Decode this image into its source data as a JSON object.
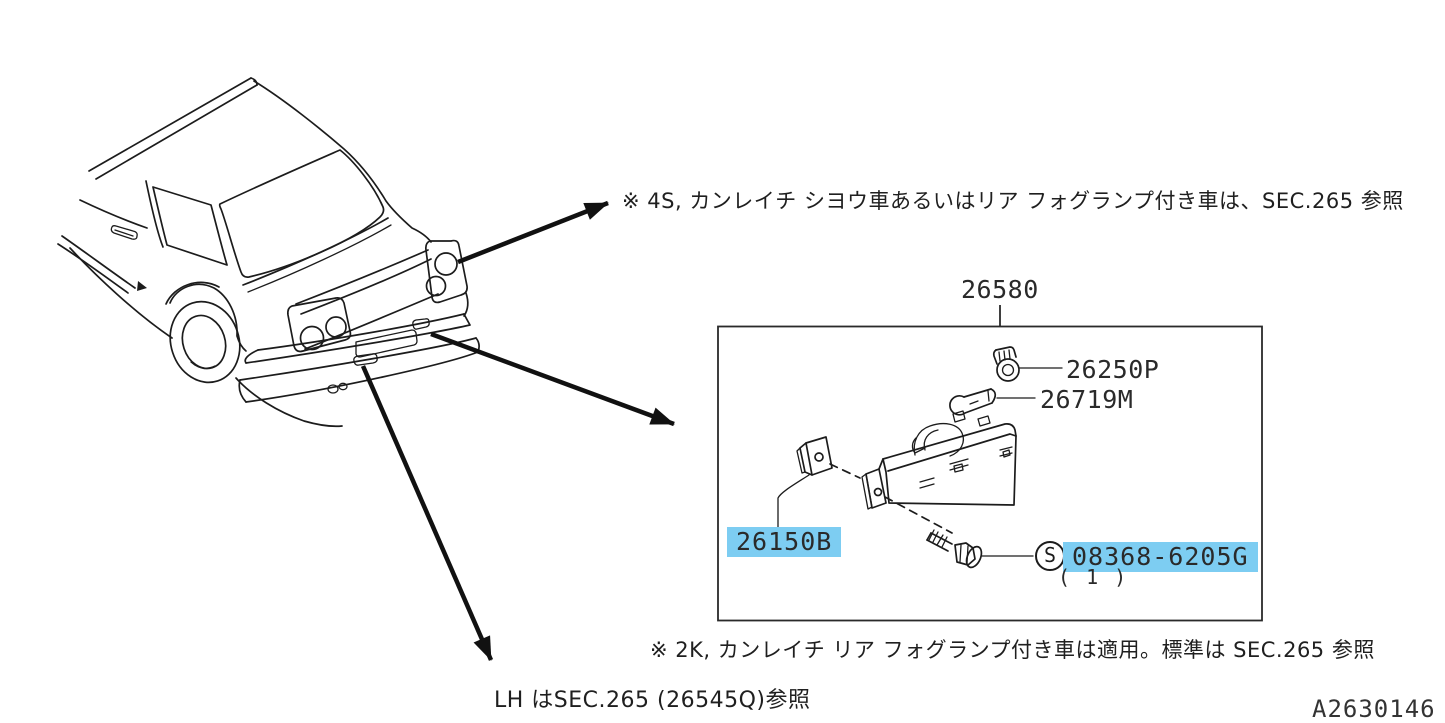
{
  "colors": {
    "highlight": "#7dcdf2",
    "ink": "#1c1c1c",
    "background": "#ffffff"
  },
  "notes": {
    "top": "※ 4S, カンレイチ シヨウ車あるいはリア フォグランプ付き車は、SEC.265 参照",
    "below_box": "※ 2K, カンレイチ リア フォグランプ付き車は適用。標準は SEC.265 参照",
    "lh": "LH はSEC.265 (26545Q)参照"
  },
  "diagram_code": "A2630146",
  "parts": {
    "assembly": {
      "number": "26580"
    },
    "socket": {
      "number": "26250P"
    },
    "bulb": {
      "number": "26719M"
    },
    "lamp": {
      "number": "26150B",
      "highlighted": true
    },
    "screw": {
      "number": "08368-6205G",
      "symbol": "S",
      "quantity": "( 1 )",
      "highlighted": true
    }
  }
}
